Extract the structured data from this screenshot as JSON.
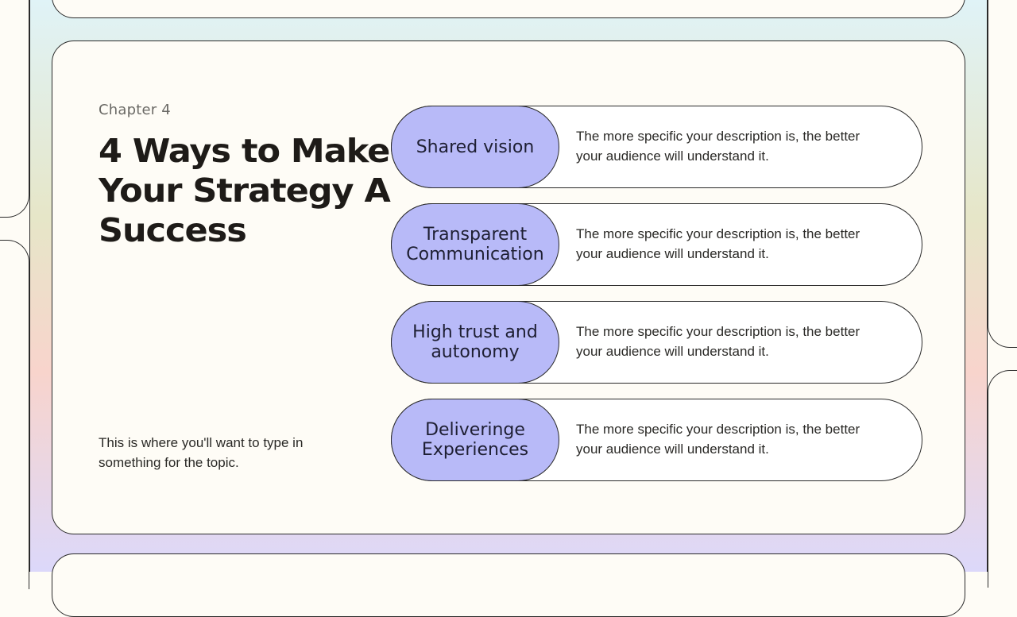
{
  "slide": {
    "chapter": "Chapter 4",
    "title": "4 Ways to Make Your Strategy A Success",
    "topic_text": "This is where you'll want to type in something for the topic.",
    "items": [
      {
        "label": "Shared vision",
        "description": "The more specific your description is, the better your audience will understand it."
      },
      {
        "label": "Transparent Communication",
        "description": "The more specific your description is, the better your audience will understand it."
      },
      {
        "label": "High trust and autonomy",
        "description": "The more specific your description is, the better your audience will understand it."
      },
      {
        "label": "Deliveringe Experiences",
        "description": "The more specific your description is, the better your audience will understand it."
      }
    ]
  },
  "colors": {
    "background": "#fefcf6",
    "pill_fill": "#b8baf8",
    "outline": "#2a2a2a",
    "gradient": [
      "#e0f3f7",
      "#e6e6c8",
      "#f8d4cc",
      "#dcd8fa"
    ]
  }
}
